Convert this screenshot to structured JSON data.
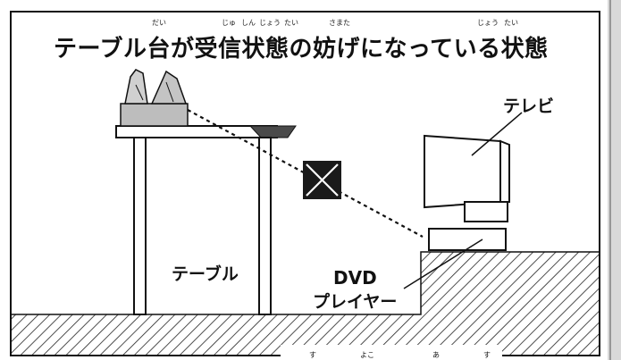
{
  "title": "テーブル台が受信状態の妨げになっている状態",
  "title_furigana": [
    "だい",
    "じゅ",
    "しん",
    "じょう",
    "たい",
    "さまた",
    "じょう",
    "たい"
  ],
  "labels": {
    "tv": "テレビ",
    "table": "テーブル",
    "dvd_line1": "DVD",
    "dvd_line2": "プレイヤー"
  },
  "bottom_furigana": [
    "す",
    "よこ",
    "あ",
    "す"
  ],
  "colors": {
    "line": "#111111",
    "hatch": "#222222",
    "blocked_box": "#1a1a1a"
  },
  "icons": [
    "antenna-receiver-icon",
    "blocked-x-icon"
  ]
}
